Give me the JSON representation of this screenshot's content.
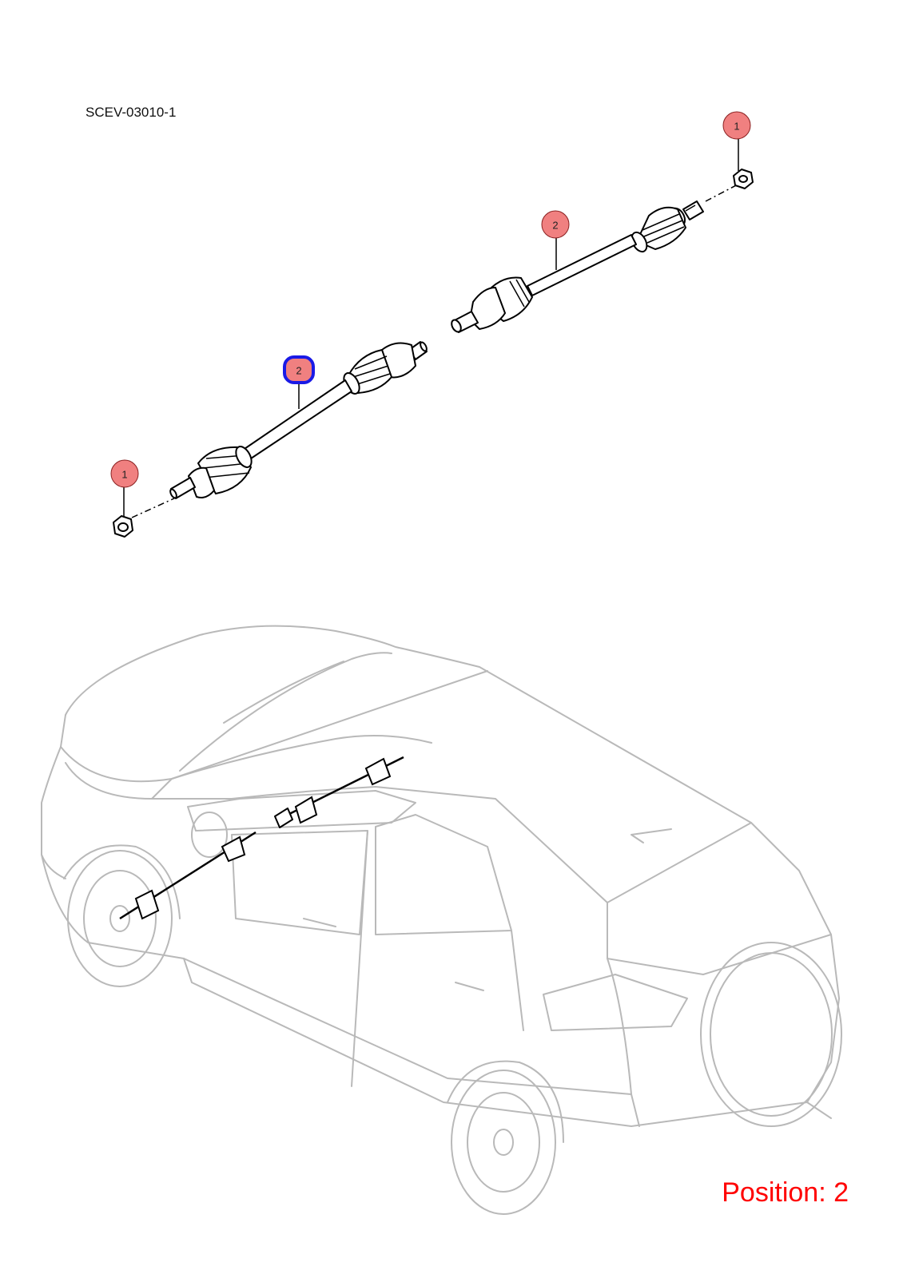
{
  "diagram": {
    "code": "SCEV-03010-1",
    "position_label": "Position: 2"
  },
  "callouts": [
    {
      "label": "1",
      "part": "nut",
      "selected": false
    },
    {
      "label": "2",
      "part": "right-drive-shaft",
      "selected": false
    },
    {
      "label": "2",
      "part": "left-drive-shaft",
      "selected": true
    },
    {
      "label": "1",
      "part": "nut",
      "selected": false
    }
  ],
  "colors": {
    "callout_fill": "#f08080",
    "selected_outline": "#1a1ae6",
    "position_text": "#ff0000",
    "car_outline": "#b9b9b9"
  }
}
